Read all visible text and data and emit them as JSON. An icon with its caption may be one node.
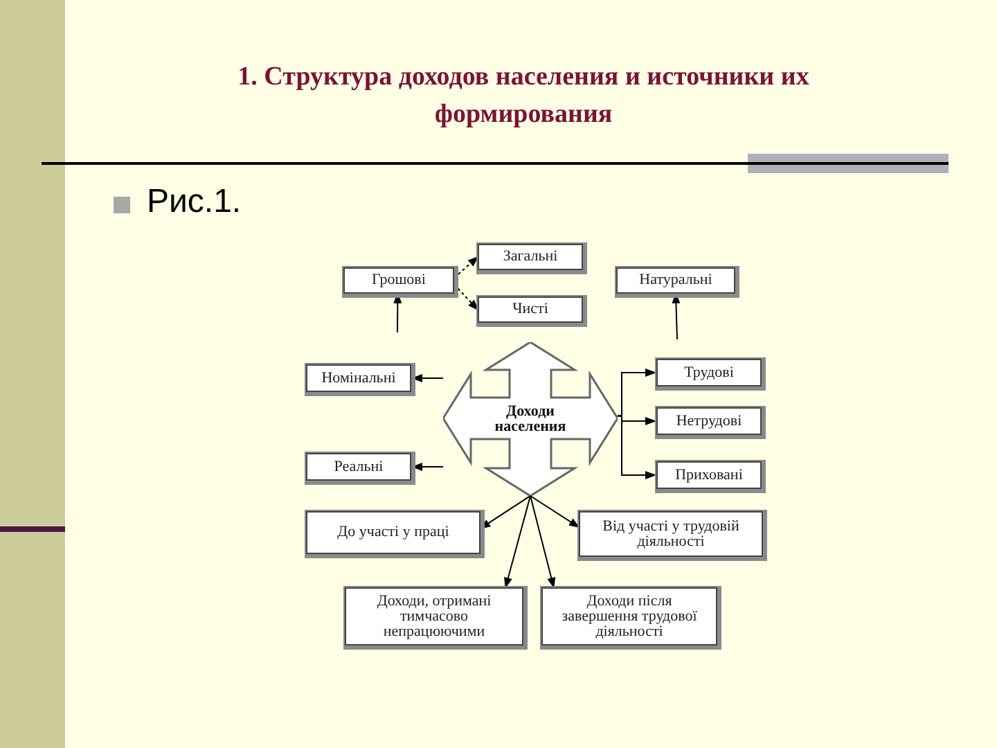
{
  "diagram": {
    "title": "1. Структура доходов населения и источники их формирования",
    "nodes": [
      {
        "text": [
          "Грошові"
        ]
      },
      {
        "text": [
          "Загальні"
        ]
      },
      {
        "text": [
          "Натуральні"
        ]
      },
      {
        "text": [
          "Чисті"
        ]
      },
      {
        "text": [
          "Номінальні"
        ]
      },
      {
        "text": [
          "Трудові"
        ]
      },
      {
        "text": [
          "Доходи населения"
        ]
      },
      {
        "text": [
          "Нетрудові"
        ]
      },
      {
        "text": [
          "Реальні"
        ]
      },
      {
        "text": [
          "Приховані"
        ]
      },
      {
        "text": [
          "До участі у праці"
        ]
      },
      {
        "text": [
          "Від участі у трудовій діяльності"
        ]
      },
      {
        "text": [
          "Доходи, отримані тимчасово непрацюючими"
        ]
      },
      {
        "text": [
          "Доходи після завершення трудової діяльності"
        ]
      }
    ],
    "edges": [
      {
        "from": 0,
        "to": 1,
        "arrow": "to",
        "style": "dashed"
      },
      {
        "from": 0,
        "to": 3,
        "arrow": "to",
        "style": "dashed"
      },
      {
        "from": null,
        "to": 0,
        "arrow": "to"
      },
      {
        "from": null,
        "to": 2,
        "arrow": "to"
      },
      {
        "from": 6,
        "to": 4,
        "arrow": "to"
      },
      {
        "from": 6,
        "to": 8,
        "arrow": "to"
      },
      {
        "from": 6,
        "to": 5,
        "arrow": "to"
      },
      {
        "from": 6,
        "to": 7,
        "arrow": "to"
      },
      {
        "from": 6,
        "to": 9,
        "arrow": "to"
      },
      {
        "from": 6,
        "to": 10,
        "arrow": "to"
      },
      {
        "from": 6,
        "to": 11,
        "arrow": "to"
      },
      {
        "from": 6,
        "to": 12,
        "arrow": "to"
      },
      {
        "from": 6,
        "to": 13,
        "arrow": "to"
      }
    ],
    "labels": [
      "Рис.1."
    ]
  }
}
